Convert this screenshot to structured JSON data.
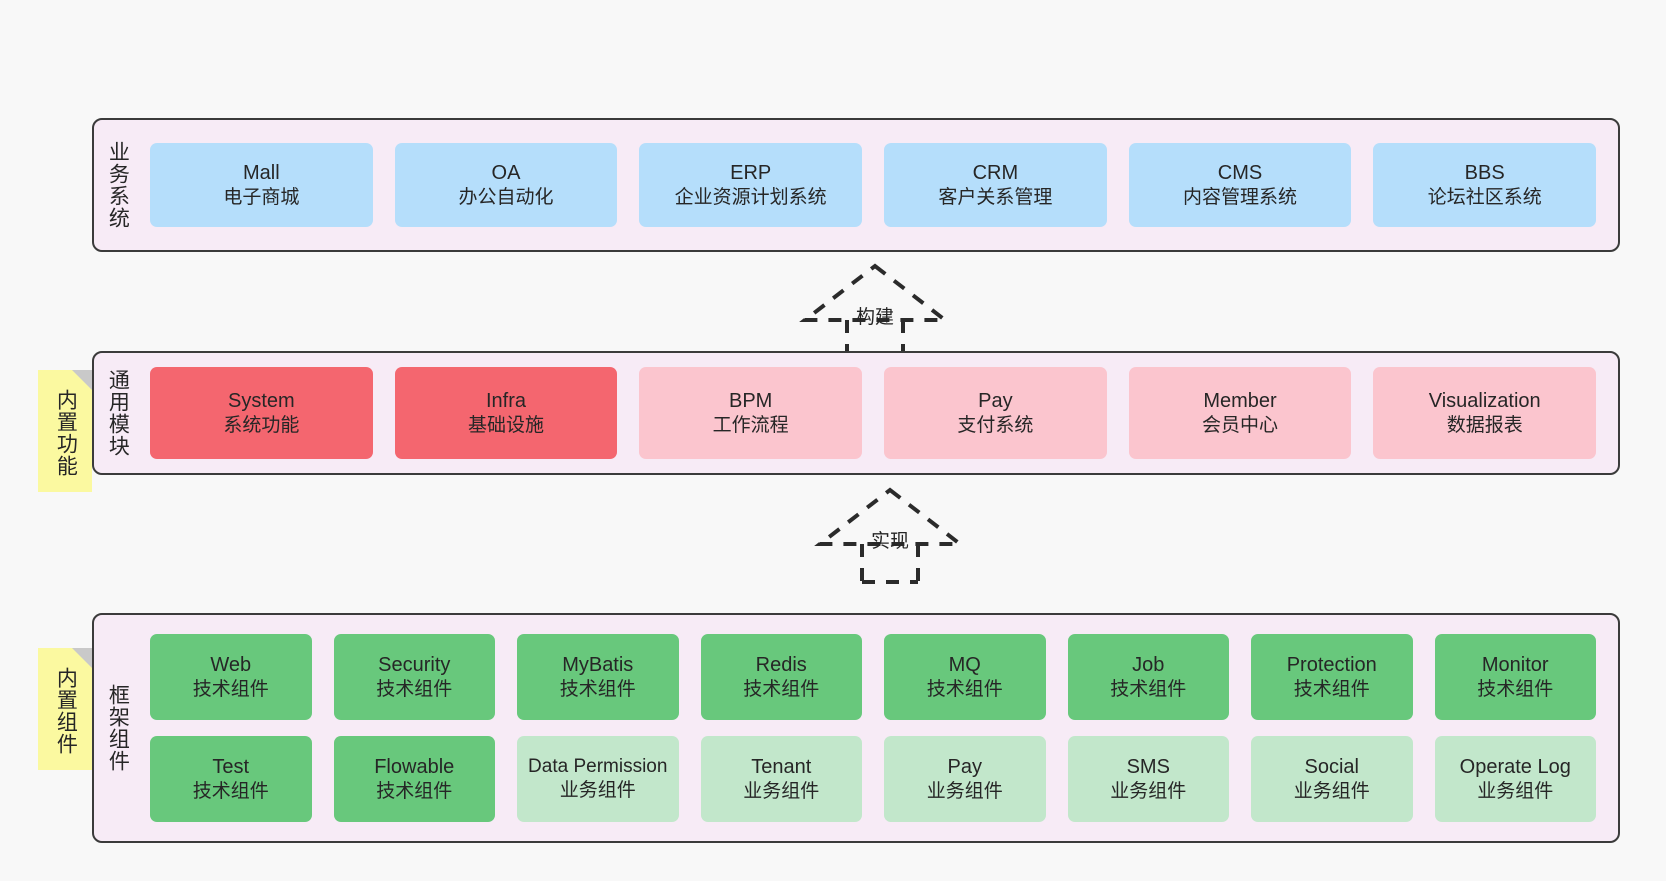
{
  "layers": [
    {
      "name": "business-systems",
      "label": "业务系统",
      "note": null,
      "rows": [
        {
          "style": "c-blue",
          "cells": [
            {
              "en": "Mall",
              "cn": "电子商城"
            },
            {
              "en": "OA",
              "cn": "办公自动化"
            },
            {
              "en": "ERP",
              "cn": "企业资源计划系统"
            },
            {
              "en": "CRM",
              "cn": "客户关系管理"
            },
            {
              "en": "CMS",
              "cn": "内容管理系统"
            },
            {
              "en": "BBS",
              "cn": "论坛社区系统"
            }
          ]
        }
      ]
    },
    {
      "name": "common-modules",
      "label": "通用模块",
      "note": "内置功能",
      "rows": [
        {
          "cells": [
            {
              "en": "System",
              "cn": "系统功能",
              "style": "c-red"
            },
            {
              "en": "Infra",
              "cn": "基础设施",
              "style": "c-red"
            },
            {
              "en": "BPM",
              "cn": "工作流程",
              "style": "c-pink"
            },
            {
              "en": "Pay",
              "cn": "支付系统",
              "style": "c-pink"
            },
            {
              "en": "Member",
              "cn": "会员中心",
              "style": "c-pink"
            },
            {
              "en": "Visualization",
              "cn": "数据报表",
              "style": "c-pink"
            }
          ]
        }
      ]
    },
    {
      "name": "framework-components",
      "label": "框架组件",
      "note": "内置组件",
      "rows": [
        {
          "cells": [
            {
              "en": "Web",
              "cn": "技术组件",
              "style": "c-green"
            },
            {
              "en": "Security",
              "cn": "技术组件",
              "style": "c-green"
            },
            {
              "en": "MyBatis",
              "cn": "技术组件",
              "style": "c-green"
            },
            {
              "en": "Redis",
              "cn": "技术组件",
              "style": "c-green"
            },
            {
              "en": "MQ",
              "cn": "技术组件",
              "style": "c-green"
            },
            {
              "en": "Job",
              "cn": "技术组件",
              "style": "c-green"
            },
            {
              "en": "Protection",
              "cn": "技术组件",
              "style": "c-green"
            },
            {
              "en": "Monitor",
              "cn": "技术组件",
              "style": "c-green"
            }
          ]
        },
        {
          "cells": [
            {
              "en": "Test",
              "cn": "技术组件",
              "style": "c-green"
            },
            {
              "en": "Flowable",
              "cn": "技术组件",
              "style": "c-green"
            },
            {
              "en": "Data Permission",
              "cn": "业务组件",
              "style": "c-lgreen"
            },
            {
              "en": "Tenant",
              "cn": "业务组件",
              "style": "c-lgreen"
            },
            {
              "en": "Pay",
              "cn": "业务组件",
              "style": "c-lgreen"
            },
            {
              "en": "SMS",
              "cn": "业务组件",
              "style": "c-lgreen"
            },
            {
              "en": "Social",
              "cn": "业务组件",
              "style": "c-lgreen"
            },
            {
              "en": "Operate Log",
              "cn": "业务组件",
              "style": "c-lgreen"
            }
          ]
        }
      ]
    }
  ],
  "connectors": [
    {
      "name": "build",
      "label": "构建"
    },
    {
      "name": "implement",
      "label": "实现"
    }
  ],
  "colors": {
    "band_background": "#f7ebf6",
    "band_border": "#3b3b3b",
    "blue": "#b5defb",
    "red": "#f4666f",
    "pink": "#fbc5ce",
    "green": "#68c87c",
    "light_green": "#c2e7cb",
    "note_yellow": "#fbf9a0",
    "page_background": "#f8f8f8",
    "text": "#262626"
  }
}
